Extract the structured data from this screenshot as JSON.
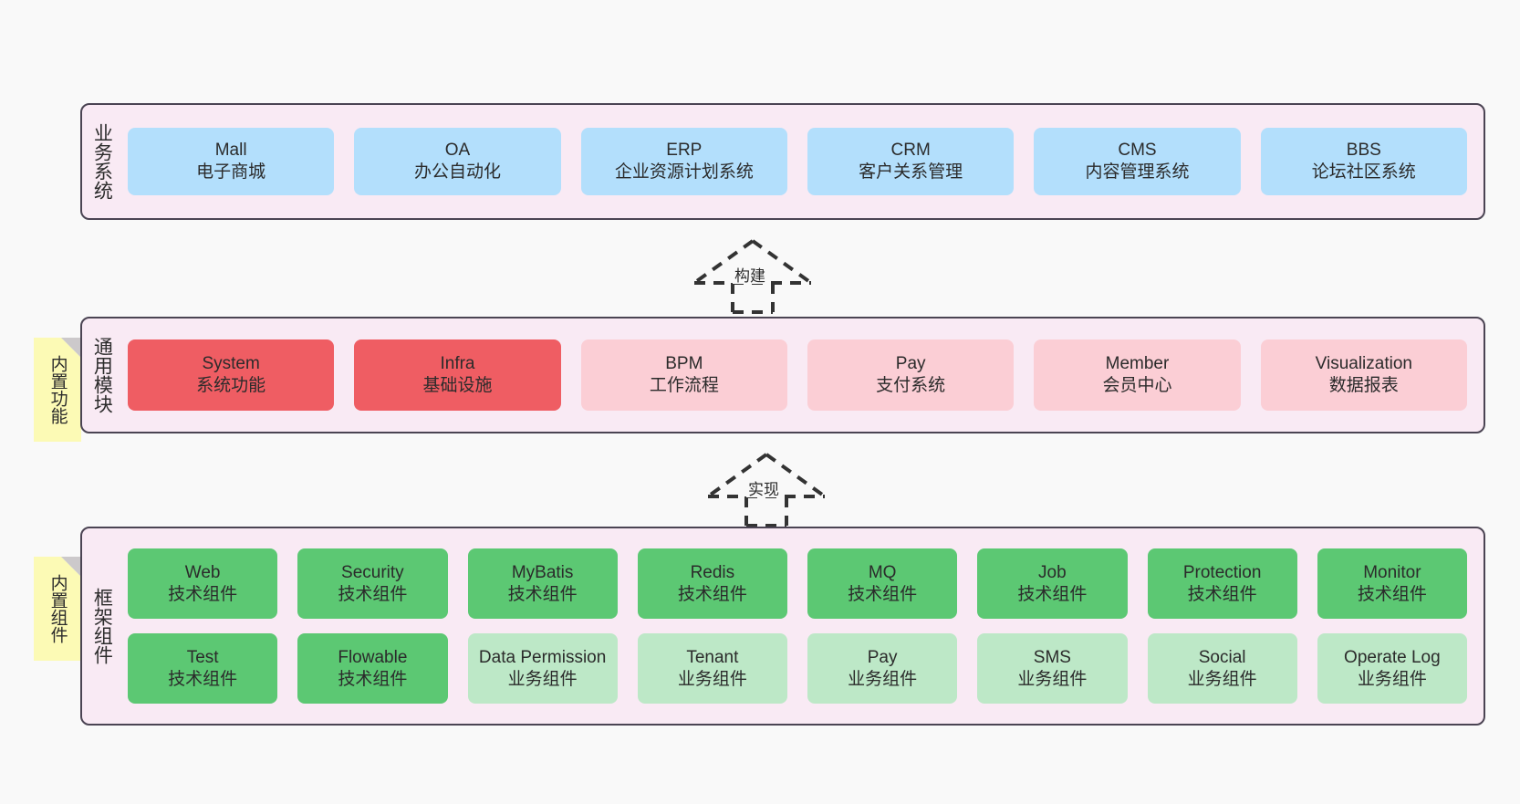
{
  "diagram": {
    "background_color": "#f9f9f9",
    "container_color": "#f9eaf4",
    "border_color": "#4b4453",
    "note_color": "#fcfab5"
  },
  "layers": [
    {
      "id": "business-systems",
      "title": "业务系统",
      "note": null,
      "rows": [
        {
          "items": [
            {
              "name": "Mall",
              "desc": "电子商城",
              "color": "#b3dffc",
              "style": "c-blue"
            },
            {
              "name": "OA",
              "desc": "办公自动化",
              "color": "#b3dffc",
              "style": "c-blue"
            },
            {
              "name": "ERP",
              "desc": "企业资源计划系统",
              "color": "#b3dffc",
              "style": "c-blue"
            },
            {
              "name": "CRM",
              "desc": "客户关系管理",
              "color": "#b3dffc",
              "style": "c-blue"
            },
            {
              "name": "CMS",
              "desc": "内容管理系统",
              "color": "#b3dffc",
              "style": "c-blue"
            },
            {
              "name": "BBS",
              "desc": "论坛社区系统",
              "color": "#b3dffc",
              "style": "c-blue"
            }
          ]
        }
      ]
    },
    {
      "id": "common-modules",
      "title": "通用模块",
      "note": "内置功能",
      "rows": [
        {
          "items": [
            {
              "name": "System",
              "desc": "系统功能",
              "color": "#ef5d63",
              "style": "c-red"
            },
            {
              "name": "Infra",
              "desc": "基础设施",
              "color": "#ef5d63",
              "style": "c-red"
            },
            {
              "name": "BPM",
              "desc": "工作流程",
              "color": "#fbced5",
              "style": "c-pink"
            },
            {
              "name": "Pay",
              "desc": "支付系统",
              "color": "#fbced5",
              "style": "c-pink"
            },
            {
              "name": "Member",
              "desc": "会员中心",
              "color": "#fbced5",
              "style": "c-pink"
            },
            {
              "name": "Visualization",
              "desc": "数据报表",
              "color": "#fbced5",
              "style": "c-pink"
            }
          ]
        }
      ]
    },
    {
      "id": "framework-components",
      "title": "框架组件",
      "note": "内置组件",
      "rows": [
        {
          "items": [
            {
              "name": "Web",
              "desc": "技术组件",
              "color": "#5cc873",
              "style": "c-green"
            },
            {
              "name": "Security",
              "desc": "技术组件",
              "color": "#5cc873",
              "style": "c-green"
            },
            {
              "name": "MyBatis",
              "desc": "技术组件",
              "color": "#5cc873",
              "style": "c-green"
            },
            {
              "name": "Redis",
              "desc": "技术组件",
              "color": "#5cc873",
              "style": "c-green"
            },
            {
              "name": "MQ",
              "desc": "技术组件",
              "color": "#5cc873",
              "style": "c-green"
            },
            {
              "name": "Job",
              "desc": "技术组件",
              "color": "#5cc873",
              "style": "c-green"
            },
            {
              "name": "Protection",
              "desc": "技术组件",
              "color": "#5cc873",
              "style": "c-green"
            },
            {
              "name": "Monitor",
              "desc": "技术组件",
              "color": "#5cc873",
              "style": "c-green"
            }
          ]
        },
        {
          "items": [
            {
              "name": "Test",
              "desc": "技术组件",
              "color": "#5cc873",
              "style": "c-green"
            },
            {
              "name": "Flowable",
              "desc": "技术组件",
              "color": "#5cc873",
              "style": "c-green"
            },
            {
              "name": "Data Permission",
              "desc": "业务组件",
              "color": "#bde8c7",
              "style": "c-greenlight"
            },
            {
              "name": "Tenant",
              "desc": "业务组件",
              "color": "#bde8c7",
              "style": "c-greenlight"
            },
            {
              "name": "Pay",
              "desc": "业务组件",
              "color": "#bde8c7",
              "style": "c-greenlight"
            },
            {
              "name": "SMS",
              "desc": "业务组件",
              "color": "#bde8c7",
              "style": "c-greenlight"
            },
            {
              "name": "Social",
              "desc": "业务组件",
              "color": "#bde8c7",
              "style": "c-greenlight"
            },
            {
              "name": "Operate Log",
              "desc": "业务组件",
              "color": "#bde8c7",
              "style": "c-greenlight"
            }
          ]
        }
      ]
    }
  ],
  "connectors": [
    {
      "id": "build",
      "label": "构建"
    },
    {
      "id": "implement",
      "label": "实现"
    }
  ]
}
